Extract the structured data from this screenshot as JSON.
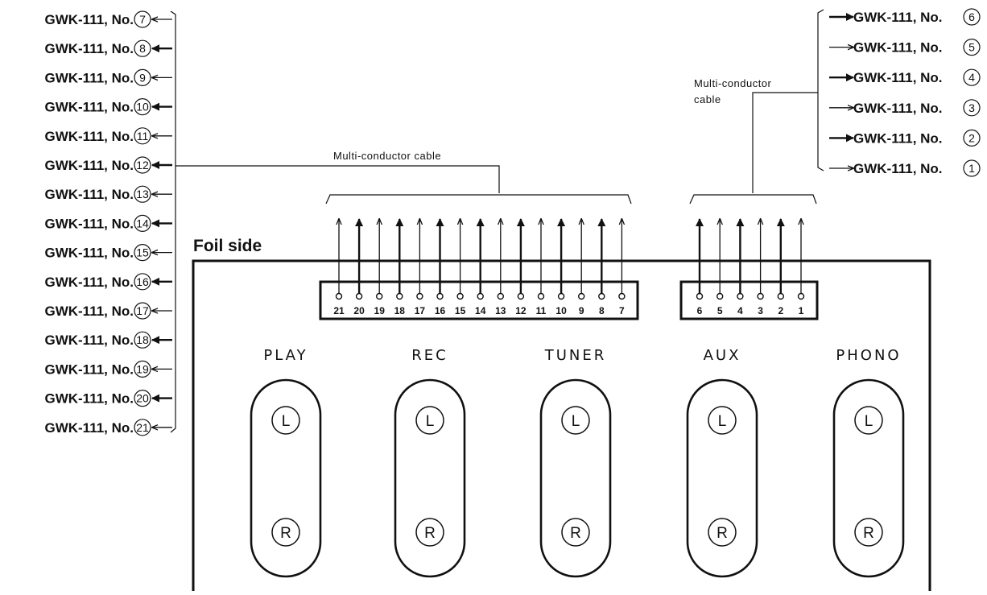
{
  "left_labels": {
    "prefix": "GWK-111, No.",
    "numbers": [
      "7",
      "8",
      "9",
      "10",
      "11",
      "12",
      "13",
      "14",
      "15",
      "16",
      "17",
      "18",
      "19",
      "20",
      "21"
    ]
  },
  "right_labels": {
    "prefix": "GWK-111, No.",
    "numbers": [
      "6",
      "5",
      "4",
      "3",
      "2",
      "1"
    ]
  },
  "cable_caption_main": "Multi-conductor cable",
  "cable_caption_right": [
    "Multi-conductor",
    "cable"
  ],
  "board_title": "Foil side",
  "terminals_left": [
    "21",
    "20",
    "19",
    "18",
    "17",
    "16",
    "15",
    "14",
    "13",
    "12",
    "11",
    "10",
    "9",
    "8",
    "7"
  ],
  "terminals_right": [
    "6",
    "5",
    "4",
    "3",
    "2",
    "1"
  ],
  "jacks": [
    {
      "title": "PLAY",
      "left": "L",
      "right": "R"
    },
    {
      "title": "REC",
      "left": "L",
      "right": "R"
    },
    {
      "title": "TUNER",
      "left": "L",
      "right": "R"
    },
    {
      "title": "AUX",
      "left": "L",
      "right": "R"
    },
    {
      "title": "PHONO",
      "left": "L",
      "right": "R"
    }
  ]
}
